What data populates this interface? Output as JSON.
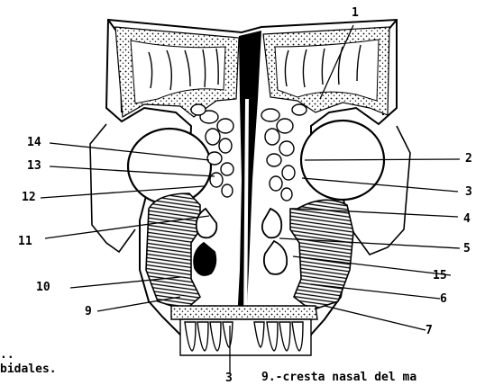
{
  "figure": {
    "labels": {
      "l1": "1",
      "l2": "2",
      "l3": "3",
      "l4": "4",
      "l5": "5",
      "l6": "6",
      "l7": "7",
      "l9": "9",
      "l10": "10",
      "l11": "11",
      "l12": "12",
      "l13": "13",
      "l14": "14",
      "l15": "15",
      "l3_bottom": "3"
    },
    "caption_fragments": {
      "top_left": "..",
      "bottom_left": "bidales.",
      "bottom_right": "9.-cresta nasal del ma"
    }
  }
}
